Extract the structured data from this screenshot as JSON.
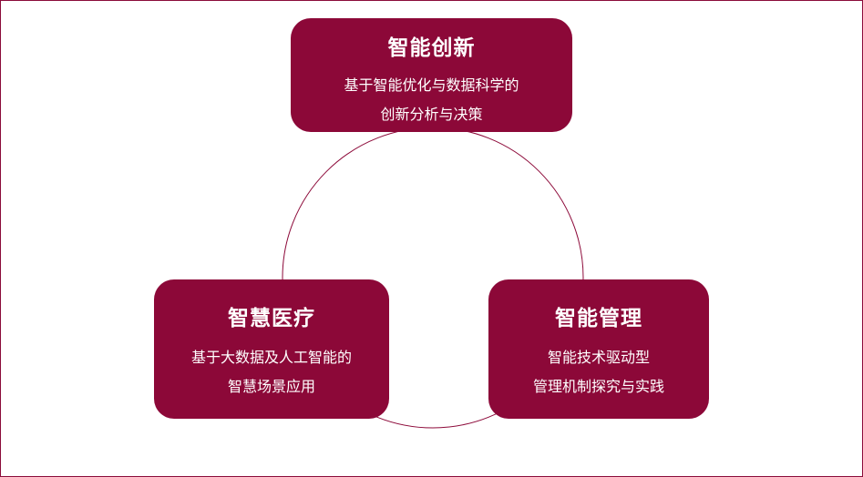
{
  "colors": {
    "accent": "#8c0838",
    "frame": "#8a0c3a",
    "text": "#ffffff"
  },
  "nodes": {
    "top": {
      "title": "智能创新",
      "line1": "基于智能优化与数据科学的",
      "line2": "创新分析与决策"
    },
    "left": {
      "title": "智慧医疗",
      "line1": "基于大数据及人工智能的",
      "line2": "智慧场景应用"
    },
    "right": {
      "title": "智能管理",
      "line1": "智能技术驱动型",
      "line2": "管理机制探究与实践"
    }
  }
}
